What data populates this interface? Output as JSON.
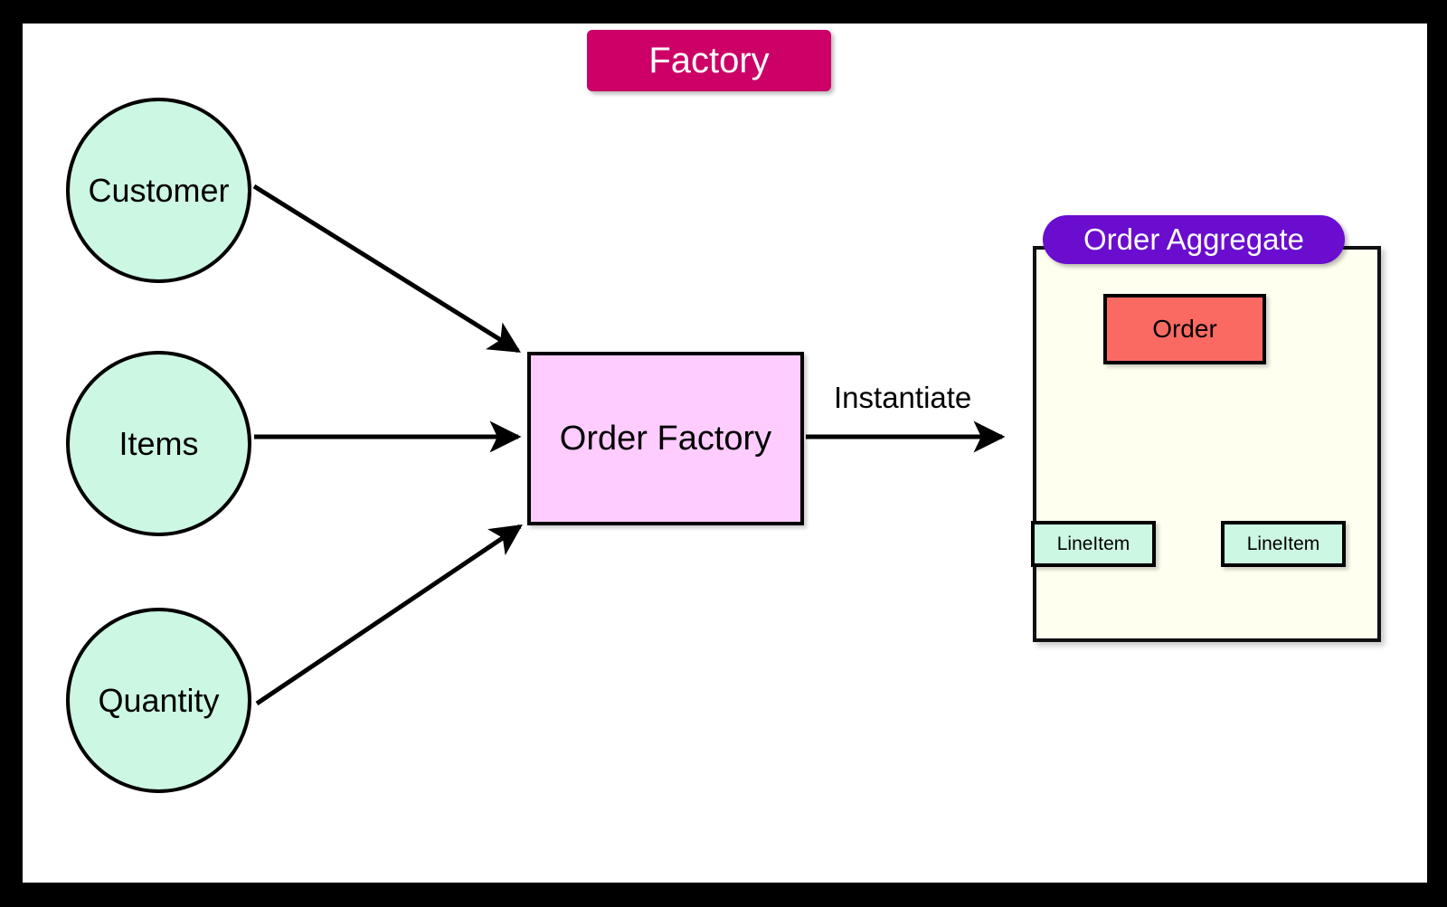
{
  "diagram": {
    "title": "Factory",
    "background": "#ffffff",
    "frame_color": "#000000",
    "colors": {
      "title_badge": "#CC0066",
      "aggregate_badge": "#6A0DCE",
      "aggregate_fill": "#FFFFF0",
      "input_node_fill": "#CCF7E3",
      "factory_fill": "#FFCCFF",
      "order_fill": "#FA6A63",
      "lineitem_fill": "#CCF7E3",
      "stroke": "#000000"
    }
  },
  "inputs": [
    {
      "id": "customer",
      "label": "Customer",
      "shape": "circle"
    },
    {
      "id": "items",
      "label": "Items",
      "shape": "circle"
    },
    {
      "id": "quantity",
      "label": "Quantity",
      "shape": "circle"
    }
  ],
  "factory": {
    "label": "Order Factory",
    "shape": "rect"
  },
  "aggregate": {
    "title": "Order Aggregate",
    "root": {
      "id": "order",
      "label": "Order",
      "shape": "rect"
    },
    "children": [
      {
        "id": "lineitem-1",
        "label": "LineItem",
        "shape": "rect"
      },
      {
        "id": "lineitem-2",
        "label": "LineItem",
        "shape": "rect"
      }
    ]
  },
  "edges": [
    {
      "from": "Customer",
      "to": "Order Factory",
      "label": ""
    },
    {
      "from": "Items",
      "to": "Order Factory",
      "label": ""
    },
    {
      "from": "Quantity",
      "to": "Order Factory",
      "label": ""
    },
    {
      "from": "Order Factory",
      "to": "Order Aggregate",
      "label": "Instantiate"
    },
    {
      "from": "Order",
      "to": "LineItem",
      "label": ""
    },
    {
      "from": "Order",
      "to": "LineItem",
      "label": ""
    }
  ],
  "edge_labels": {
    "instantiate": "Instantiate"
  }
}
